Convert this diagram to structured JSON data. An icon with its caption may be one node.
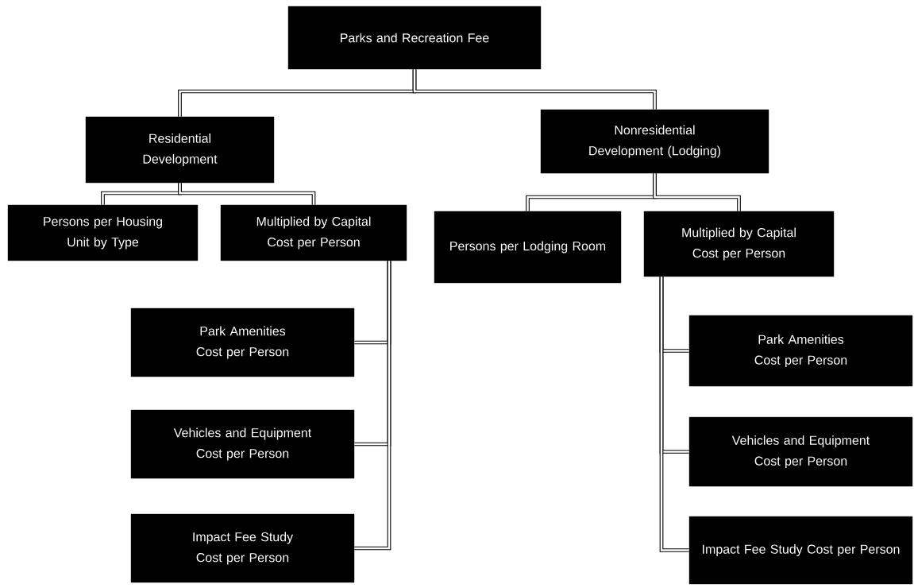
{
  "diagram": {
    "nodes": [
      {
        "text": [
          "Parks and Recreation Fee"
        ]
      },
      {
        "text": [
          "Residential Development"
        ]
      },
      {
        "text": [
          "Nonresidential Development (Lodging)"
        ]
      },
      {
        "text": [
          "Persons per Housing Unit by Type"
        ]
      },
      {
        "text": [
          "Multiplied by Capital Cost per Person"
        ]
      },
      {
        "text": [
          "Persons per Lodging Room"
        ]
      },
      {
        "text": [
          "Multiplied by Capital Cost per Person"
        ]
      },
      {
        "text": [
          "Park Amenities Cost per Person"
        ]
      },
      {
        "text": [
          "Vehicles and Equipment Cost per Person"
        ]
      },
      {
        "text": [
          "Impact Fee Study Cost per Person"
        ]
      },
      {
        "text": [
          "Park Amenities Cost per Person"
        ]
      },
      {
        "text": [
          "Vehicles and Equipment Cost per Person"
        ]
      },
      {
        "text": [
          "Impact Fee Study Cost per Person"
        ]
      }
    ],
    "edges": [
      {
        "from": 0,
        "to": 1,
        "arrow": "none"
      },
      {
        "from": 0,
        "to": 2,
        "arrow": "none"
      },
      {
        "from": 1,
        "to": 3,
        "arrow": "none"
      },
      {
        "from": 1,
        "to": 4,
        "arrow": "none"
      },
      {
        "from": 2,
        "to": 5,
        "arrow": "none"
      },
      {
        "from": 2,
        "to": 6,
        "arrow": "none"
      },
      {
        "from": 4,
        "to": 7,
        "arrow": "none"
      },
      {
        "from": 4,
        "to": 8,
        "arrow": "none"
      },
      {
        "from": 4,
        "to": 9,
        "arrow": "none"
      },
      {
        "from": 6,
        "to": 10,
        "arrow": "none"
      },
      {
        "from": 6,
        "to": 11,
        "arrow": "none"
      },
      {
        "from": 6,
        "to": 12,
        "arrow": "none"
      }
    ]
  }
}
